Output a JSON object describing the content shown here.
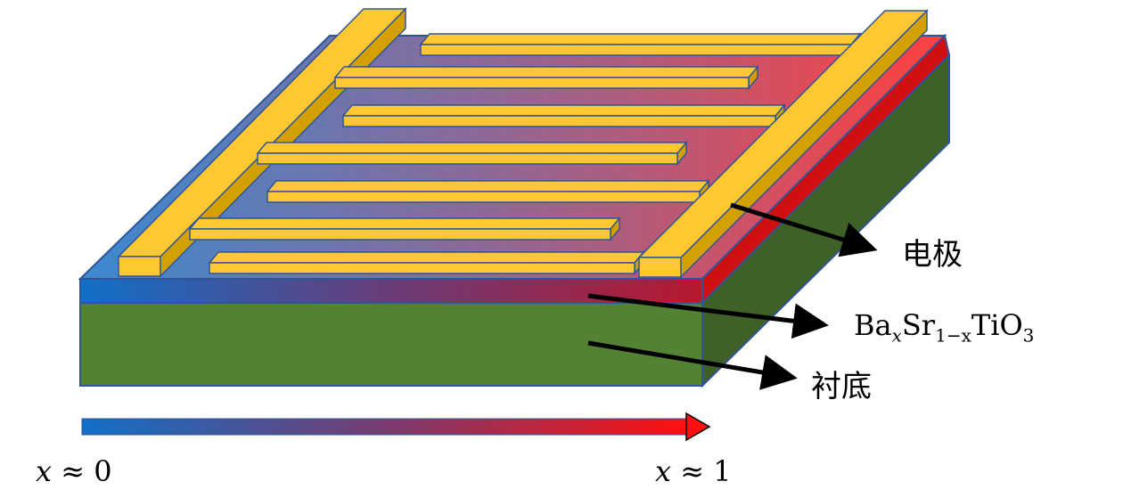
{
  "labels": {
    "electrode": "电极",
    "film": "Ba<sub>x</sub>Sr<sub>1−x</sub>TiO<sub>3</sub>",
    "film_base1": "Ba",
    "film_sub1": "x",
    "film_base2": "Sr",
    "film_sub2": "1−x",
    "film_base3": "TiO",
    "film_sub3": "3",
    "substrate": "衬底"
  },
  "gradient_axis": {
    "left_var": "x",
    "left_rel": "≈",
    "left_val": "0",
    "right_var": "x",
    "right_rel": "≈",
    "right_val": "1"
  },
  "colors": {
    "composition_start": "#1070c8",
    "composition_end": "#ff1a1a",
    "electrode": "#ffc832",
    "electrode_side": "#d4a000",
    "substrate": "#548235",
    "substrate_side": "#3f6128",
    "outline": "#2f5597"
  }
}
